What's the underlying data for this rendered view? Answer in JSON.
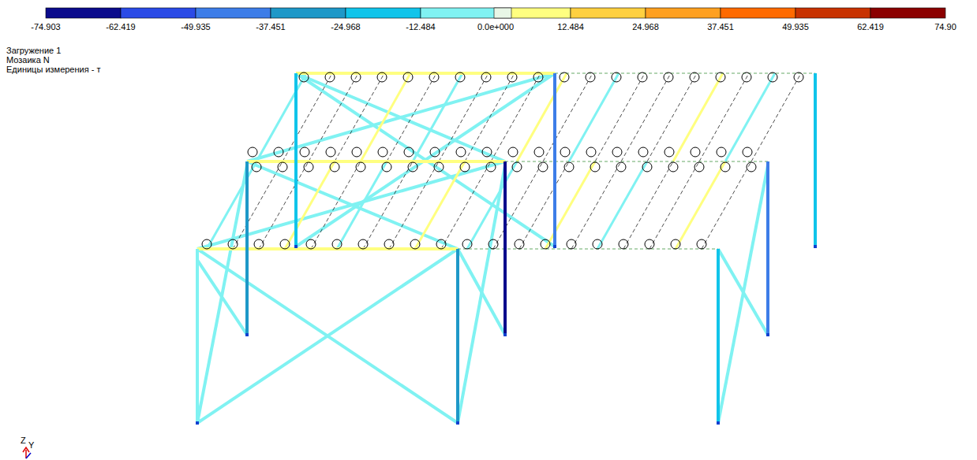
{
  "diagram": {
    "labels": [
      "-74.903",
      "-62.419",
      "-49.935",
      "-37.451",
      "-24.968",
      "-12.484",
      "0.0e+000",
      "12.484",
      "24.968",
      "37.451",
      "49.935",
      "62.419",
      "74.90",
      "Загружение 1",
      "Мозаика N",
      "Единицы измерения - т",
      "Z",
      "Y"
    ]
  }
}
